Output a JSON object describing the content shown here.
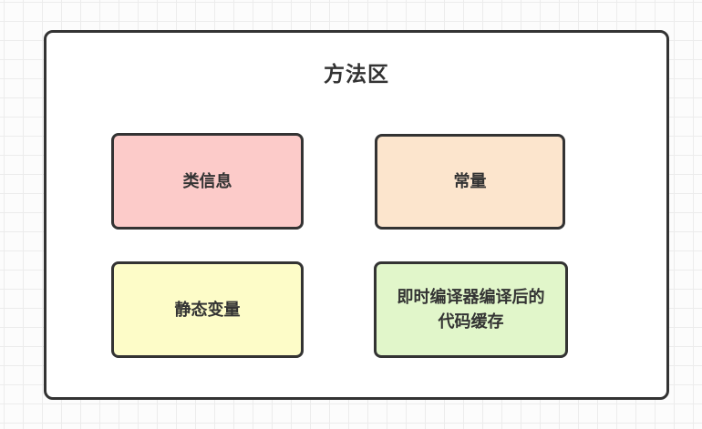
{
  "diagram": {
    "title": "方法区",
    "boxes": [
      {
        "id": "class-info",
        "label": "类信息",
        "fill": "#fccbc9"
      },
      {
        "id": "constants",
        "label": "常量",
        "fill": "#fce5cd"
      },
      {
        "id": "static-variables",
        "label": "静态变量",
        "fill": "#fdfcc8"
      },
      {
        "id": "jit-code-cache",
        "label": "即时编译器编译后的代码缓存",
        "fill": "#e1f6ca"
      }
    ],
    "colors": {
      "border": "#333333",
      "text": "#333333",
      "grid_line": "#ececec",
      "container_background": "#ffffff"
    }
  }
}
